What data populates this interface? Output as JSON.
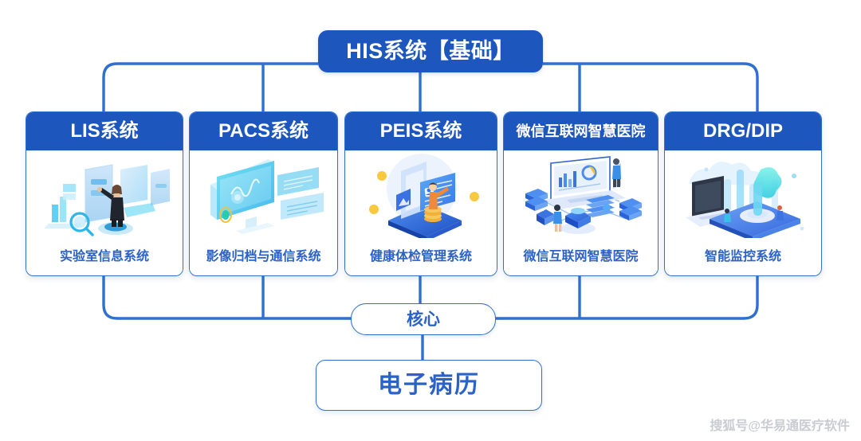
{
  "diagram": {
    "type": "hierarchy",
    "root": {
      "label": "HIS系统【基础】",
      "color": "#1d56bd"
    },
    "core": {
      "label": "核心"
    },
    "foundation": {
      "label": "电子病历"
    },
    "systems": [
      {
        "id": "lis",
        "title": "LIS系统",
        "subtitle": "实验室信息系统",
        "icon": "lab-analyst-icon",
        "title_size": "big"
      },
      {
        "id": "pacs",
        "title": "PACS系统",
        "subtitle": "影像归档与通信系统",
        "icon": "imaging-monitor-icon",
        "title_size": "big"
      },
      {
        "id": "peis",
        "title": "PEIS系统",
        "subtitle": "健康体检管理系统",
        "icon": "health-checkup-icon",
        "title_size": "big"
      },
      {
        "id": "wechat",
        "title": "微信互联网智慧医院",
        "subtitle": "微信互联网智慧医院",
        "icon": "network-dashboard-icon",
        "title_size": "small"
      },
      {
        "id": "drg",
        "title": "DRG/DIP",
        "subtitle": "智能监控系统",
        "icon": "monitoring-laptop-icon",
        "title_size": "big"
      }
    ]
  },
  "watermark": {
    "text": "搜狐号@华易通医疗软件"
  },
  "colors": {
    "brand_blue": "#1d56bd",
    "line_blue": "#2f6fd0",
    "text_blue": "#2a62c8",
    "card_bg": "#ffffff",
    "page_bg": "#ffffff"
  }
}
